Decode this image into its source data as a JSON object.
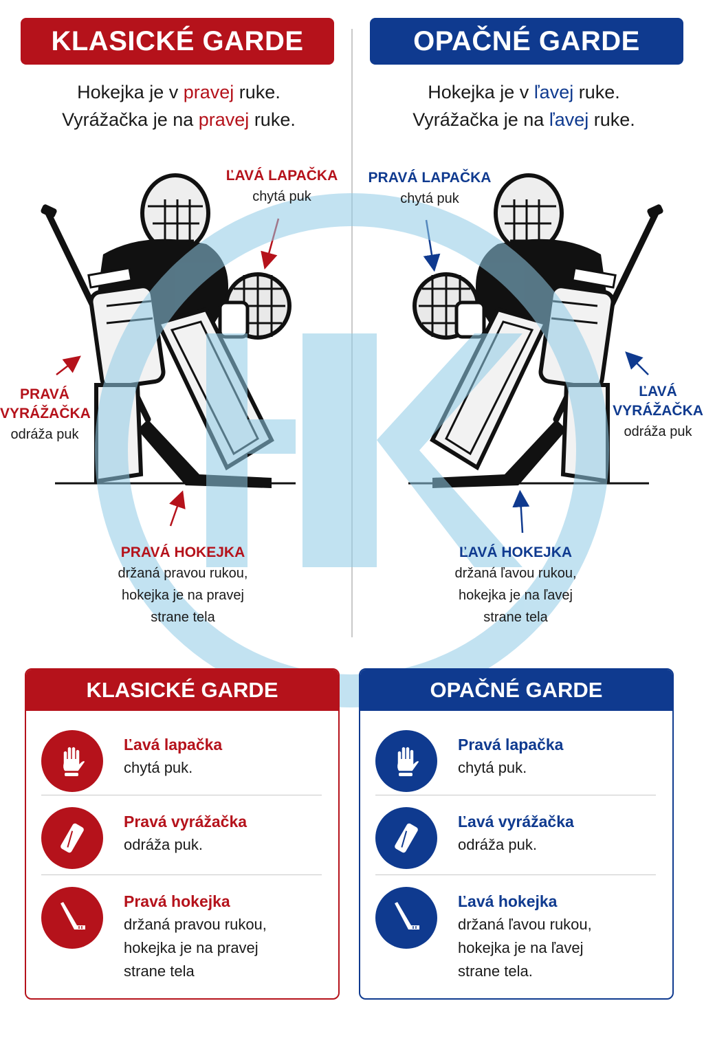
{
  "colors": {
    "classic": "#b5121b",
    "reverse": "#0f3a8f",
    "watermark": "#8fcbe6"
  },
  "left": {
    "title": "KLASICKÉ GARDE",
    "intro_line1": [
      "Hokejka je v ",
      "pravej",
      " ruke."
    ],
    "intro_line2": [
      "Vyrážačka je na ",
      "pravej",
      " ruke."
    ],
    "glove": {
      "title": "ĽAVÁ LAPAČKA",
      "sub": "chytá puk"
    },
    "blocker": {
      "title1": "PRAVÁ",
      "title2": "VYRÁŽAČKA",
      "sub": "odráža puk"
    },
    "stick": {
      "title": "PRAVÁ HOKEJKA",
      "lines": [
        "držaná pravou rukou,",
        "hokejka je na pravej",
        "strane tela"
      ]
    }
  },
  "right": {
    "title": "OPAČNÉ GARDE",
    "intro_line1": [
      "Hokejka je v ",
      "ľavej",
      " ruke."
    ],
    "intro_line2": [
      "Vyrážačka je na ",
      "ľavej",
      " ruke."
    ],
    "glove": {
      "title": "PRAVÁ LAPAČKA",
      "sub": "chytá puk"
    },
    "blocker": {
      "title1": "ĽAVÁ",
      "title2": "VYRÁŽAČKA",
      "sub": "odráža puk"
    },
    "stick": {
      "title": "ĽAVÁ HOKEJKA",
      "lines": [
        "držaná ľavou rukou,",
        "hokejka je na ľavej",
        "strane tela"
      ]
    }
  },
  "card_left": {
    "title": "KLASICKÉ GARDE",
    "items": [
      {
        "icon": "glove-icon",
        "title": "Ľavá lapačka",
        "lines": [
          "chytá puk."
        ]
      },
      {
        "icon": "blocker-icon",
        "title": "Pravá vyrážačka",
        "lines": [
          "odráža puk."
        ]
      },
      {
        "icon": "stick-icon",
        "title": "Pravá hokejka",
        "lines": [
          "držaná pravou rukou,",
          "hokejka je na pravej",
          "strane tela"
        ]
      }
    ]
  },
  "card_right": {
    "title": "OPAČNÉ GARDE",
    "items": [
      {
        "icon": "glove-icon",
        "title": "Pravá lapačka",
        "lines": [
          "chytá puk."
        ]
      },
      {
        "icon": "blocker-icon",
        "title": "Ľavá vyrážačka",
        "lines": [
          "odráža puk."
        ]
      },
      {
        "icon": "stick-icon",
        "title": "Ľavá hokejka",
        "lines": [
          "držaná ľavou rukou,",
          "hokejka je na ľavej",
          "strane tela."
        ]
      }
    ]
  }
}
